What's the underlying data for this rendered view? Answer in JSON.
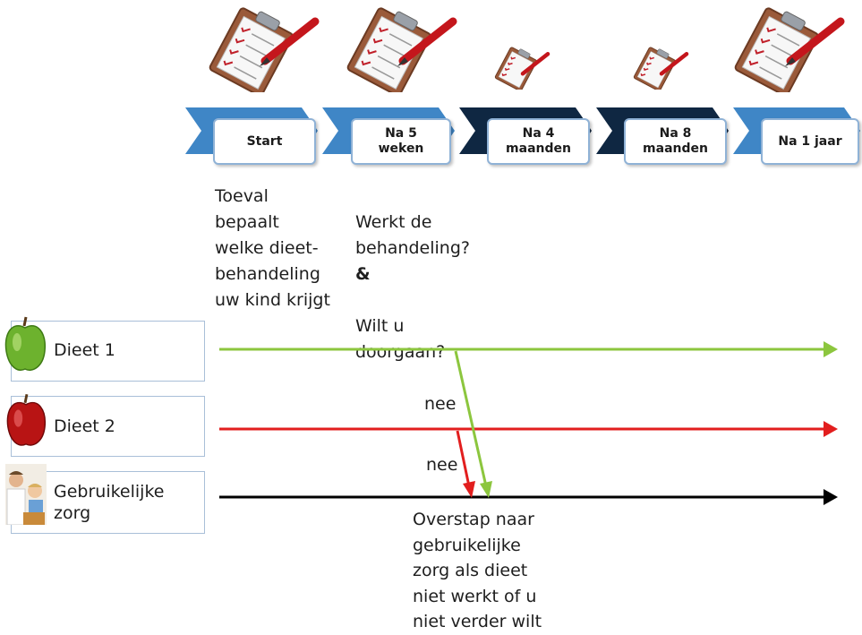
{
  "timeline": {
    "steps": [
      {
        "label": "Start",
        "style": "light",
        "icon": "clipboard-checklist-icon"
      },
      {
        "label": "Na 5\nweken",
        "style": "light",
        "icon": "clipboard-checklist-icon"
      },
      {
        "label": "Na 4\nmaanden",
        "style": "dark",
        "icon": "clipboard-checklist-small-icon"
      },
      {
        "label": "Na 8\nmaanden",
        "style": "dark",
        "icon": "clipboard-checklist-small-icon"
      },
      {
        "label": "Na 1 jaar",
        "style": "light",
        "icon": "clipboard-checklist-icon"
      }
    ],
    "colors": {
      "light_chevron": "#3f86c6",
      "dark_chevron": "#0f2742",
      "box_border": "#8fb2d6"
    }
  },
  "notes": {
    "start_text": "Toeval\nbepaalt\nwelke dieet-\nbehandeling\nuw kind krijgt",
    "week5_line1": "Werkt de\nbehandeling?",
    "week5_amp": "&",
    "week5_line2": "Wilt u\ndoorgaan?"
  },
  "arms": [
    {
      "label": "Dieet 1",
      "color": "#8cc63e",
      "icon": "green-apple-icon"
    },
    {
      "label": "Dieet 2",
      "color": "#e21e1e",
      "icon": "red-apple-icon"
    },
    {
      "label": "Gebruikelijke\nzorg",
      "color": "#000000",
      "icon": "doctor-child-photo-icon"
    }
  ],
  "switch_labels": {
    "green": "nee",
    "red": "nee"
  },
  "switch_note": "Overstap naar\ngebruikelijke\nzorg als dieet\nniet werkt of u\nniet verder wilt"
}
